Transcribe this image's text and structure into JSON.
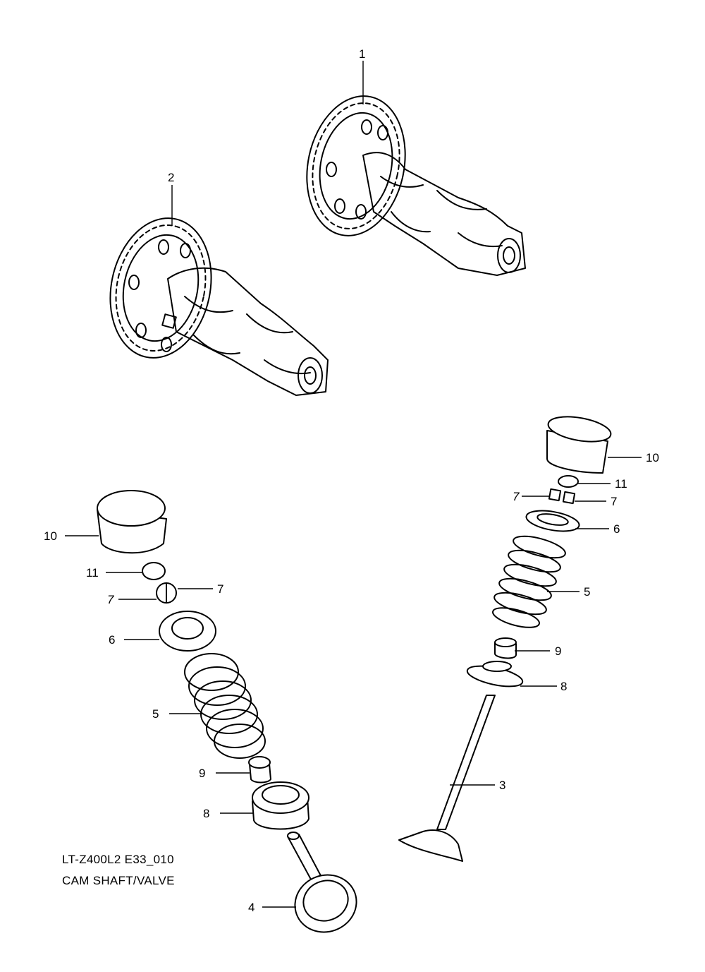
{
  "caption": {
    "model_code": "LT-Z400L2 E33_010",
    "section_title": "CAM SHAFT/VALVE"
  },
  "callouts": {
    "c1": "1",
    "c2": "2",
    "c3": "3",
    "c4": "4",
    "c5_left": "5",
    "c5_right": "5",
    "c6_left": "6",
    "c6_right": "6",
    "c7_left_a": "7",
    "c7_left_b": "7",
    "c7_right_a": "7",
    "c7_right_b": "7",
    "c8_left": "8",
    "c8_right": "8",
    "c9_left": "9",
    "c9_right": "9",
    "c10_left": "10",
    "c10_right": "10",
    "c11_left": "11",
    "c11_right": "11"
  }
}
